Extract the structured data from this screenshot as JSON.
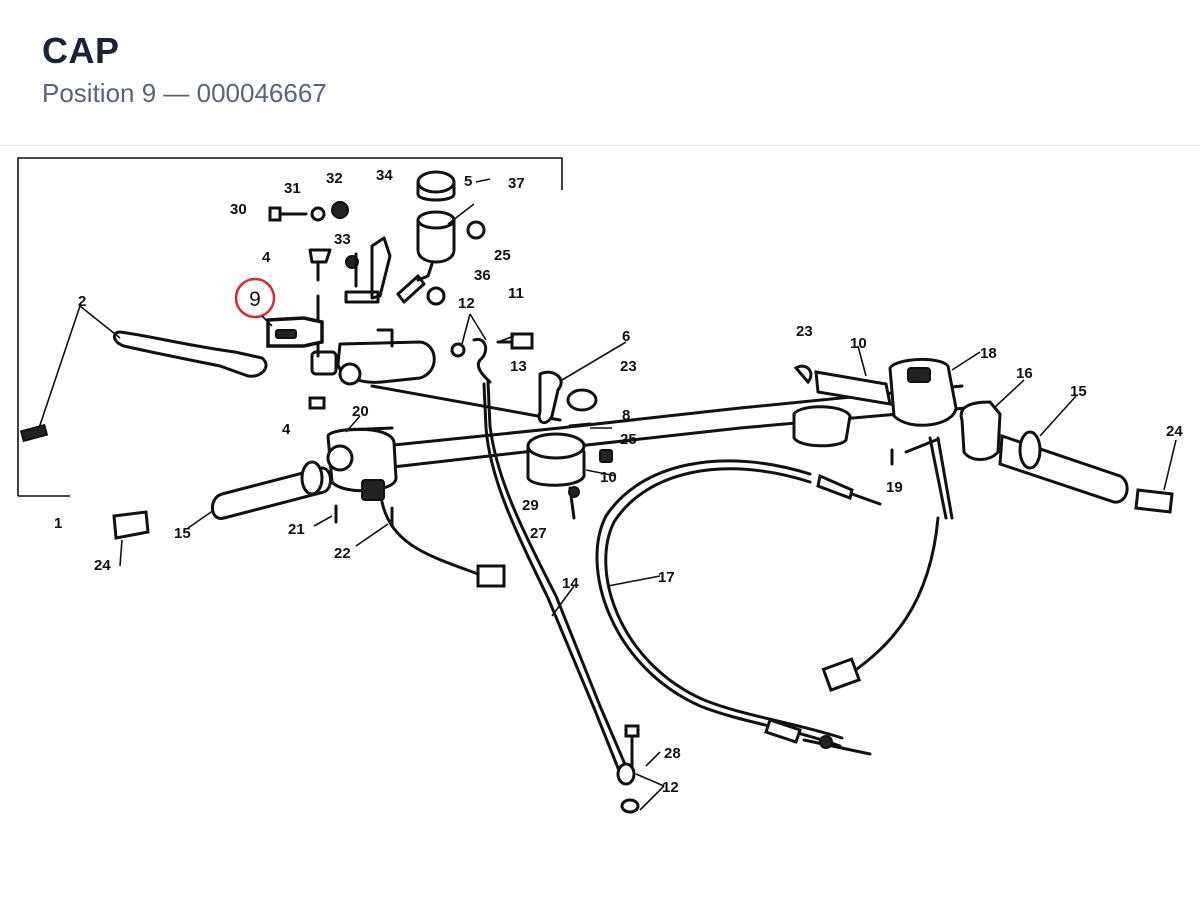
{
  "header": {
    "title": "CAP",
    "subtitle": "Position 9 — 000046667"
  },
  "highlight": {
    "label": "9",
    "color": "#d22b3a"
  },
  "callouts": [
    "31",
    "32",
    "34",
    "5",
    "37",
    "30",
    "33",
    "4",
    "25",
    "36",
    "2",
    "12",
    "11",
    "6",
    "13",
    "23",
    "8",
    "20",
    "25",
    "4",
    "10",
    "29",
    "27",
    "21",
    "22",
    "15",
    "24",
    "1",
    "14",
    "17",
    "23",
    "10",
    "18",
    "16",
    "15",
    "24",
    "19",
    "28",
    "12"
  ]
}
